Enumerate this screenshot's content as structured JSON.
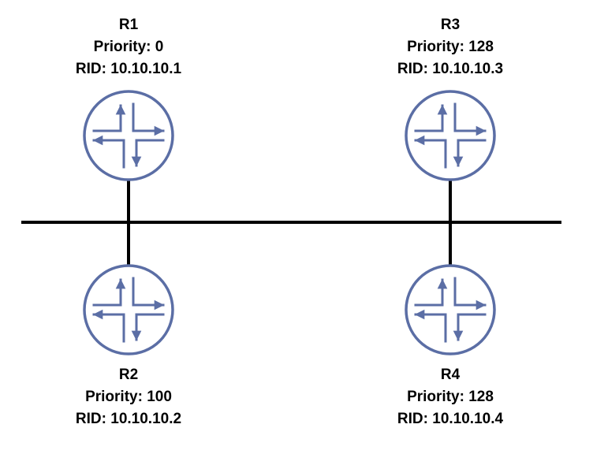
{
  "colors": {
    "router": "#5b6ea5",
    "link": "#000000",
    "text": "#000000"
  },
  "routers": [
    {
      "name": "R1",
      "priority": "Priority: 0",
      "rid": "RID: 10.10.10.1",
      "icon": "router-icon"
    },
    {
      "name": "R2",
      "priority": "Priority: 100",
      "rid": "RID: 10.10.10.2",
      "icon": "router-icon"
    },
    {
      "name": "R3",
      "priority": "Priority: 128",
      "rid": "RID: 10.10.10.3",
      "icon": "router-icon"
    },
    {
      "name": "R4",
      "priority": "Priority: 128",
      "rid": "RID: 10.10.10.4",
      "icon": "router-icon"
    }
  ]
}
